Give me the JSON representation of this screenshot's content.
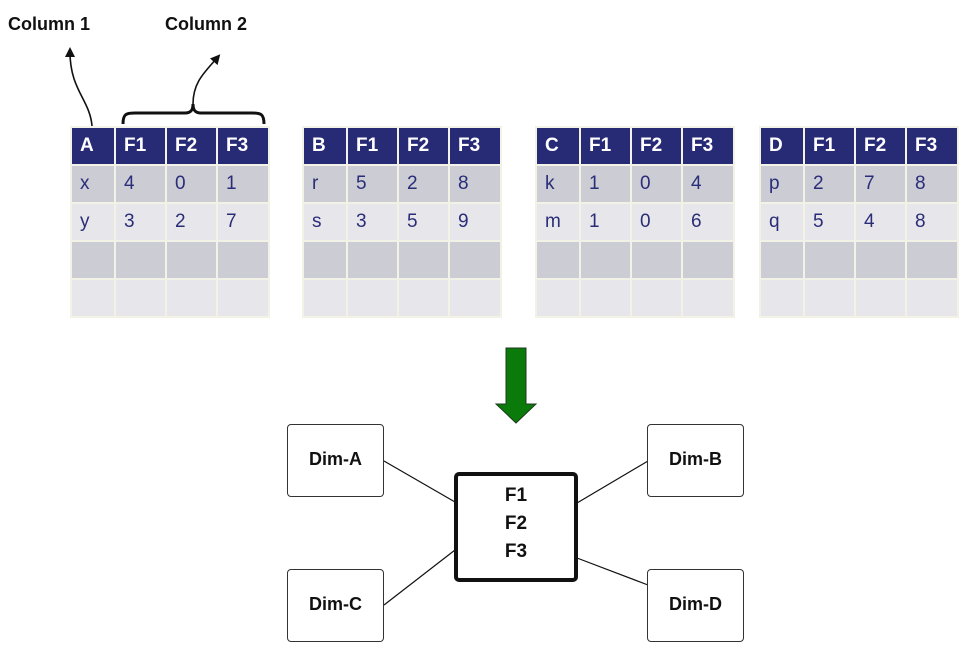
{
  "labels": {
    "column1": "Column 1",
    "column2": "Column 2"
  },
  "tables": [
    {
      "id": "A",
      "headers": [
        "A",
        "F1",
        "F2",
        "F3"
      ],
      "rows": [
        [
          "x",
          "4",
          "0",
          "1"
        ],
        [
          "y",
          "3",
          "2",
          "7"
        ],
        [
          "",
          "",
          "",
          ""
        ],
        [
          "",
          "",
          "",
          ""
        ]
      ]
    },
    {
      "id": "B",
      "headers": [
        "B",
        "F1",
        "F2",
        "F3"
      ],
      "rows": [
        [
          "r",
          "5",
          "2",
          "8"
        ],
        [
          "s",
          "3",
          "5",
          "9"
        ],
        [
          "",
          "",
          "",
          ""
        ],
        [
          "",
          "",
          "",
          ""
        ]
      ]
    },
    {
      "id": "C",
      "headers": [
        "C",
        "F1",
        "F2",
        "F3"
      ],
      "rows": [
        [
          "k",
          "1",
          "0",
          "4"
        ],
        [
          "m",
          "1",
          "0",
          "6"
        ],
        [
          "",
          "",
          "",
          ""
        ],
        [
          "",
          "",
          "",
          ""
        ]
      ]
    },
    {
      "id": "D",
      "headers": [
        "D",
        "F1",
        "F2",
        "F3"
      ],
      "rows": [
        [
          "p",
          "2",
          "7",
          "8"
        ],
        [
          "q",
          "5",
          "4",
          "8"
        ],
        [
          "",
          "",
          "",
          ""
        ],
        [
          "",
          "",
          "",
          ""
        ]
      ]
    }
  ],
  "arrow": {
    "icon": "down-arrow-icon",
    "color": "#0a7a0a"
  },
  "star_schema": {
    "fact": {
      "lines": [
        "F1",
        "F2",
        "F3"
      ]
    },
    "dimensions": {
      "a": "Dim-A",
      "b": "Dim-B",
      "c": "Dim-C",
      "d": "Dim-D"
    }
  },
  "colors": {
    "header_bg": "#272a75",
    "row_odd": "#cbccd4",
    "row_even": "#e7e7eb",
    "cell_text": "#2a2d78"
  }
}
